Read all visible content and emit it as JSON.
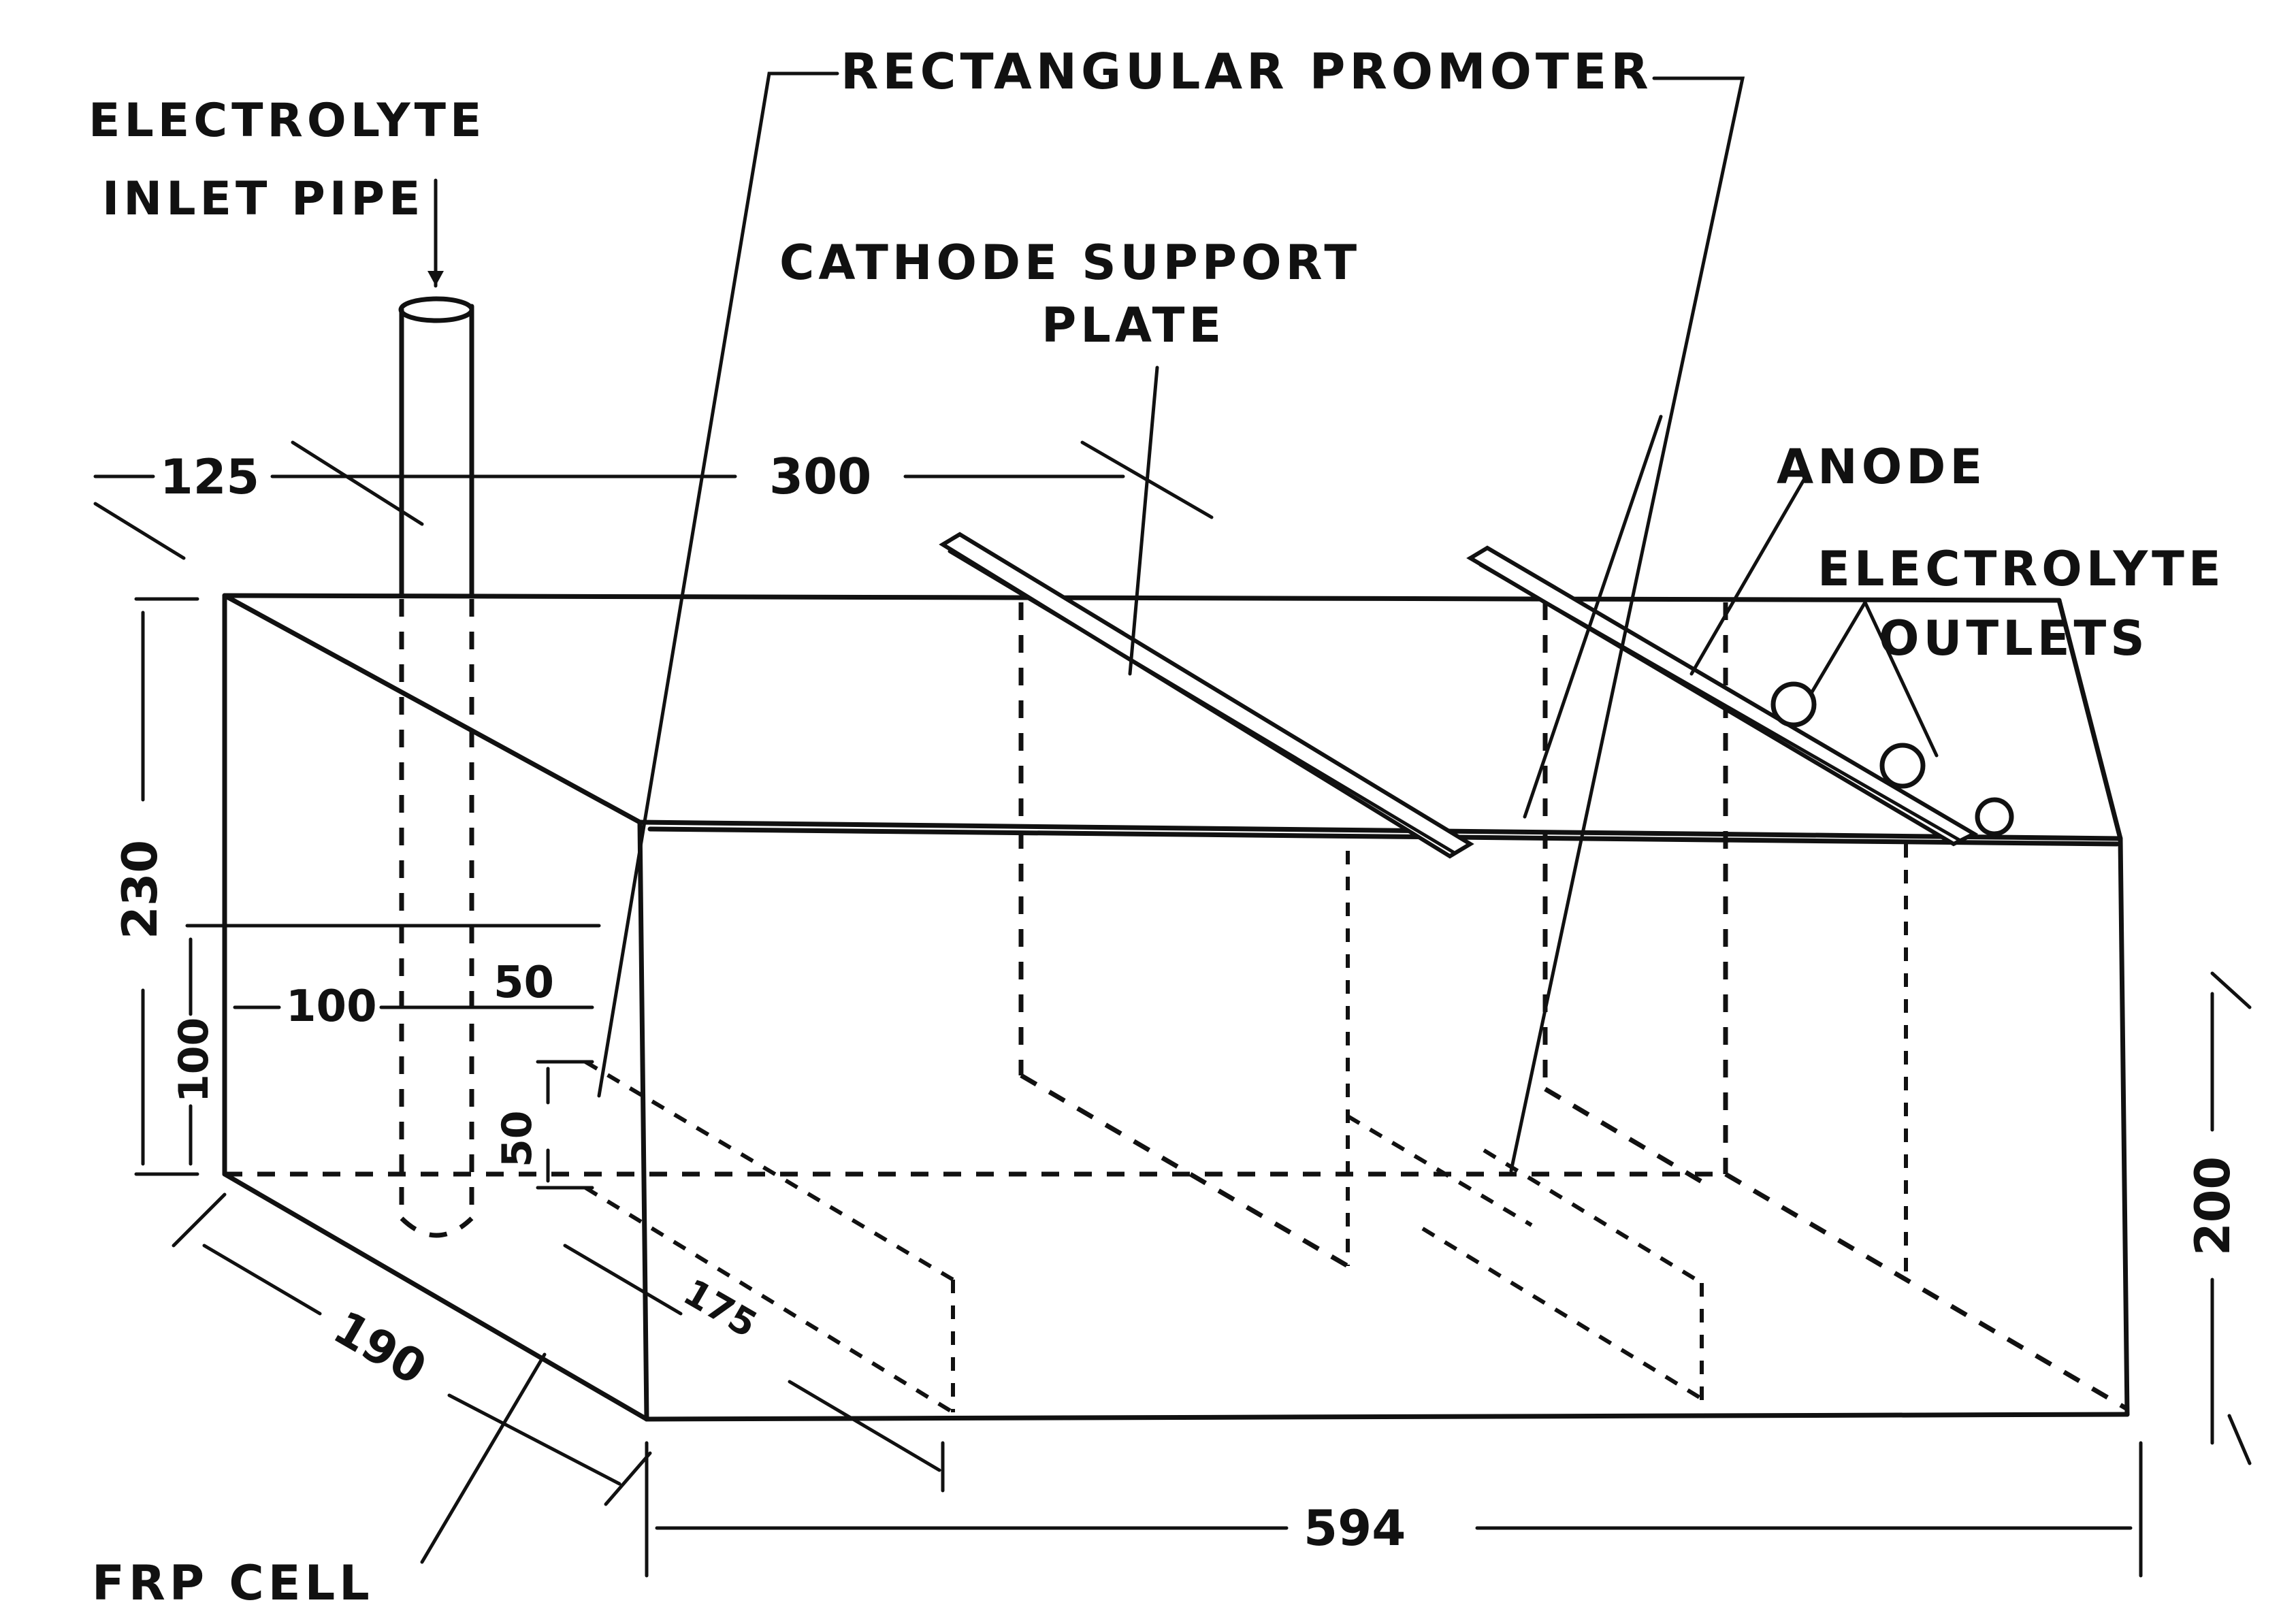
{
  "labels": {
    "electrolyte_inlet_pipe_line1": "ELECTROLYTE",
    "electrolyte_inlet_pipe_line2": "INLET PIPE",
    "rectangular_promoter": "RECTANGULAR PROMOTER",
    "cathode_support_plate_line1": "CATHODE SUPPORT",
    "cathode_support_plate_line2": "PLATE",
    "anode": "ANODE",
    "electrolyte_outlets_line1": "ELECTROLYTE",
    "electrolyte_outlets_line2": "OUTLETS",
    "frp_cell": "FRP CELL"
  },
  "dimensions": {
    "d125": "125",
    "d300": "300",
    "d230": "230",
    "d100_vertical": "100",
    "d100_horizontal": "100",
    "d50_horizontal": "50",
    "d50_vertical": "50",
    "d190": "190",
    "d175": "175",
    "d594": "594",
    "d200": "200"
  },
  "colors": {
    "ink": "#111111",
    "paper": "#ffffff"
  }
}
